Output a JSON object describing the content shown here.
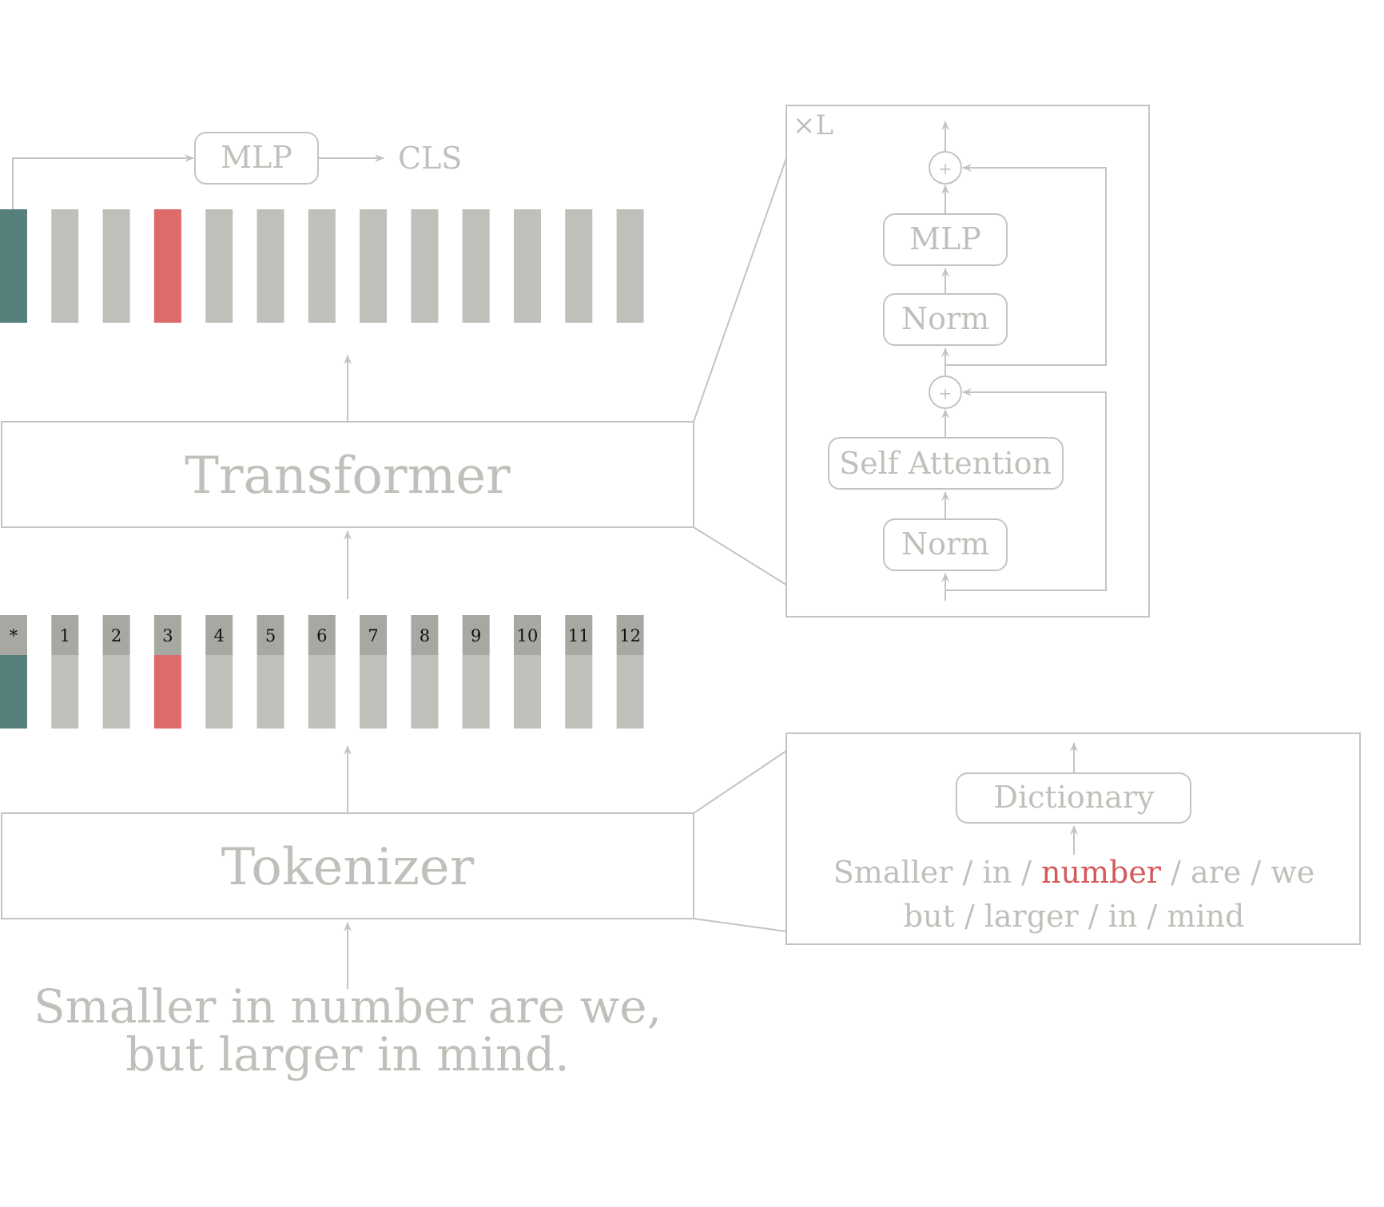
{
  "colors": {
    "line": "#c4c4bf",
    "text": "#c0c0bb",
    "token_gray": "#bfc0b9",
    "token_header": "#a8a8a2",
    "cls_teal": "#55807c",
    "highlight_red": "#dc6b69",
    "highlight_text": "#d45a5c"
  },
  "top_head": {
    "mlp_label": "MLP",
    "cls_label": "CLS"
  },
  "transformer_label": "Transformer",
  "tokenizer_label": "Tokenizer",
  "input_sentence": {
    "line1": "Smaller in number are we,",
    "line2": "but larger in mind."
  },
  "tokens": {
    "positions": [
      "*",
      "1",
      "2",
      "3",
      "4",
      "5",
      "6",
      "7",
      "8",
      "9",
      "10",
      "11",
      "12"
    ],
    "kinds": [
      "cls",
      "plain",
      "plain",
      "highlight",
      "plain",
      "plain",
      "plain",
      "plain",
      "plain",
      "plain",
      "plain",
      "plain",
      "plain"
    ]
  },
  "transformer_block": {
    "repeat_label": "×L",
    "layers": [
      "Norm",
      "Self Attention",
      "Norm",
      "MLP"
    ],
    "residual_symbol": "+"
  },
  "tokenizer_detail": {
    "dictionary_label": "Dictionary",
    "separator": "/",
    "line1": [
      "Smaller",
      "in",
      "number",
      "are",
      "we"
    ],
    "line2": [
      "but",
      "larger",
      "in",
      "mind"
    ],
    "highlight_word": "number"
  },
  "icons": [
    "arrow-up-icon",
    "arrow-right-icon",
    "plus-circle-icon"
  ]
}
